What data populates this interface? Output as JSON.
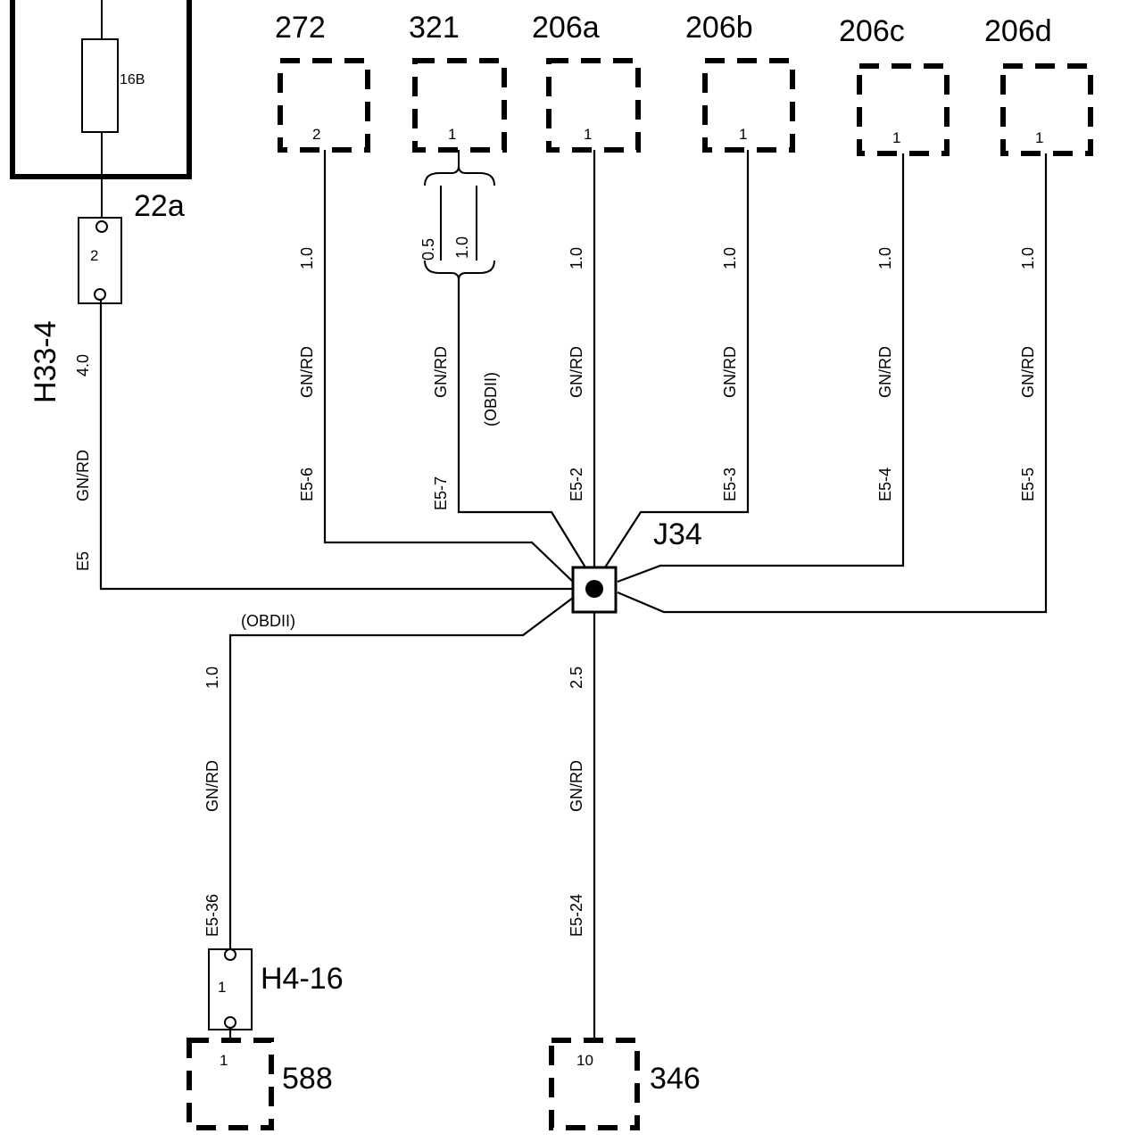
{
  "components": {
    "c272": "272",
    "c321": "321",
    "c206a": "206a",
    "c206b": "206b",
    "c206c": "206c",
    "c206d": "206d",
    "c22a": "22a",
    "h33": "H33-4",
    "j34": "J34",
    "h4": "H4-16",
    "c588": "588",
    "c346": "346"
  },
  "fuse_label": "16B",
  "pins": {
    "p272": "2",
    "p321": "1",
    "p206a": "1",
    "p206b": "1",
    "p206c": "1",
    "p206d": "1",
    "p22a": "2",
    "ph4": "1",
    "p588": "1",
    "p346": "10"
  },
  "wires": {
    "w272": {
      "size": "1.0",
      "color": "GN/RD",
      "id": "E5-6"
    },
    "w321": {
      "size_a": "0.5",
      "size_b": "1.0",
      "color": "GN/RD",
      "id": "E5-7",
      "note": "(OBDII)"
    },
    "w206a": {
      "size": "1.0",
      "color": "GN/RD",
      "id": "E5-2"
    },
    "w206b": {
      "size": "1.0",
      "color": "GN/RD",
      "id": "E5-3"
    },
    "w206c": {
      "size": "1.0",
      "color": "GN/RD",
      "id": "E5-4"
    },
    "w206d": {
      "size": "1.0",
      "color": "GN/RD",
      "id": "E5-5"
    },
    "wfeed": {
      "size": "4.0",
      "color": "GN/RD",
      "id": "E5"
    },
    "w588": {
      "size": "1.0",
      "color": "GN/RD",
      "id": "E5-36",
      "note": "(OBDII)"
    },
    "w346": {
      "size": "2.5",
      "color": "GN/RD",
      "id": "E5-24"
    }
  }
}
